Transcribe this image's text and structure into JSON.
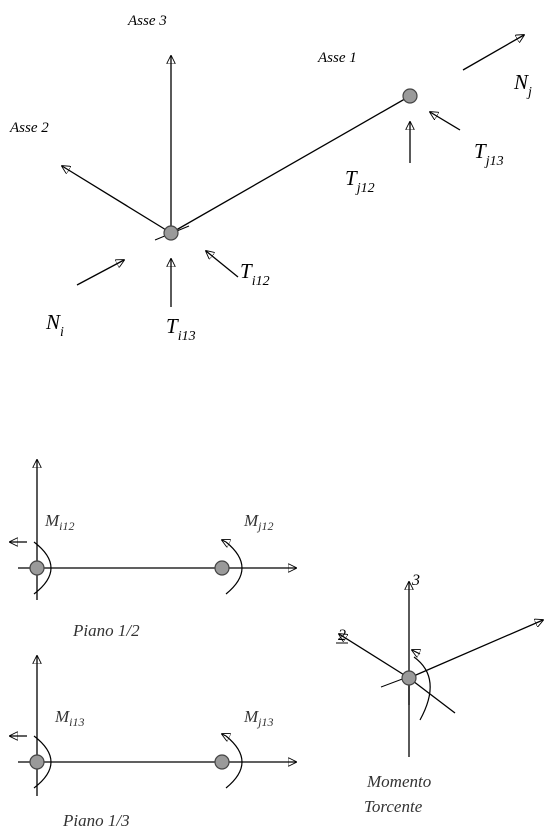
{
  "labels": {
    "asse3": "Asse 3",
    "asse1": "Asse 1",
    "asse2": "Asse 2",
    "nj": {
      "main": "N",
      "sub": "j"
    },
    "tj13": {
      "main": "T",
      "sub": "j13"
    },
    "tj12": {
      "main": "T",
      "sub": "j12"
    },
    "ti12": {
      "main": "T",
      "sub": "i12"
    },
    "ni": {
      "main": "N",
      "sub": "i"
    },
    "ti13": {
      "main": "T",
      "sub": "i13"
    }
  },
  "moments": {
    "mi12": {
      "main": "M",
      "sub": "i12"
    },
    "mj12": {
      "main": "M",
      "sub": "j12"
    },
    "mi13": {
      "main": "M",
      "sub": "i13"
    },
    "mj13": {
      "main": "M",
      "sub": "j13"
    }
  },
  "captions": {
    "piano12": "Piano 1/2",
    "piano13": "Piano 1/3",
    "momento": "Momento",
    "torcente": "Torcente"
  },
  "axis_numbers": {
    "three": "3",
    "two": "2"
  }
}
